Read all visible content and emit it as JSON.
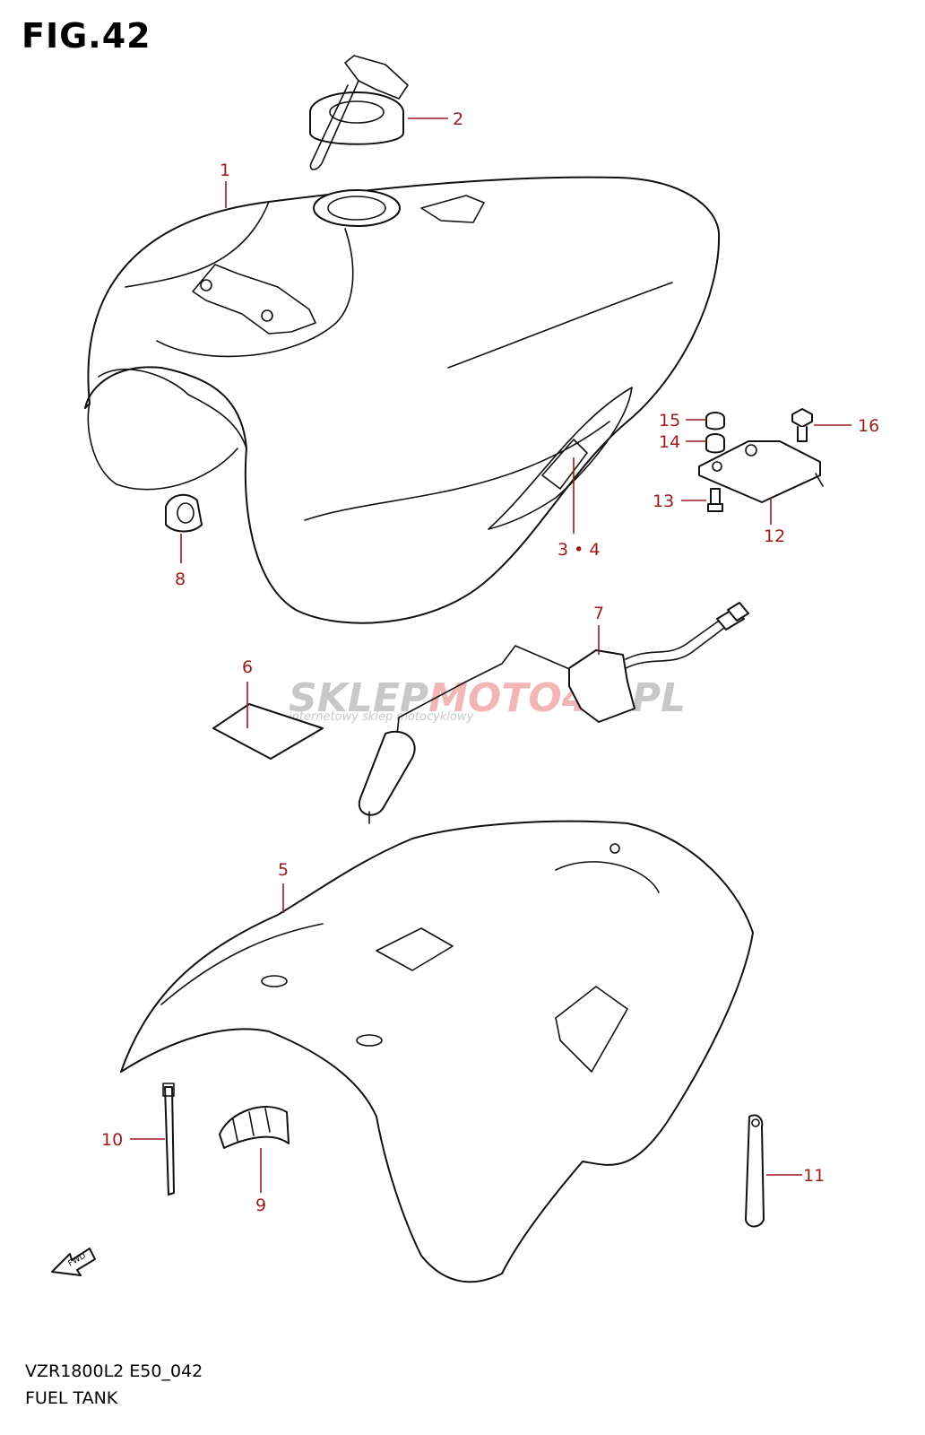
{
  "figure": {
    "title": "FIG.42",
    "code": "VZR1800L2 E50_042",
    "name": "FUEL TANK"
  },
  "callouts": [
    {
      "id": "c1",
      "label": "1"
    },
    {
      "id": "c2",
      "label": "2"
    },
    {
      "id": "c34",
      "label": "3 • 4"
    },
    {
      "id": "c5",
      "label": "5"
    },
    {
      "id": "c6",
      "label": "6"
    },
    {
      "id": "c7",
      "label": "7"
    },
    {
      "id": "c8",
      "label": "8"
    },
    {
      "id": "c9",
      "label": "9"
    },
    {
      "id": "c10",
      "label": "10"
    },
    {
      "id": "c11",
      "label": "11"
    },
    {
      "id": "c12",
      "label": "12"
    },
    {
      "id": "c13",
      "label": "13"
    },
    {
      "id": "c14",
      "label": "14"
    },
    {
      "id": "c15",
      "label": "15"
    },
    {
      "id": "c16",
      "label": "16"
    }
  ],
  "watermark": {
    "brand_a": "SKLEP",
    "brand_b": "MOTO",
    "brand_c": "46",
    "brand_d": ".PL",
    "tagline": "internetowy sklep motocyklowy"
  },
  "fwd_label": "FWD",
  "colors": {
    "callout": "#9b1b1b",
    "line": "#111111"
  }
}
